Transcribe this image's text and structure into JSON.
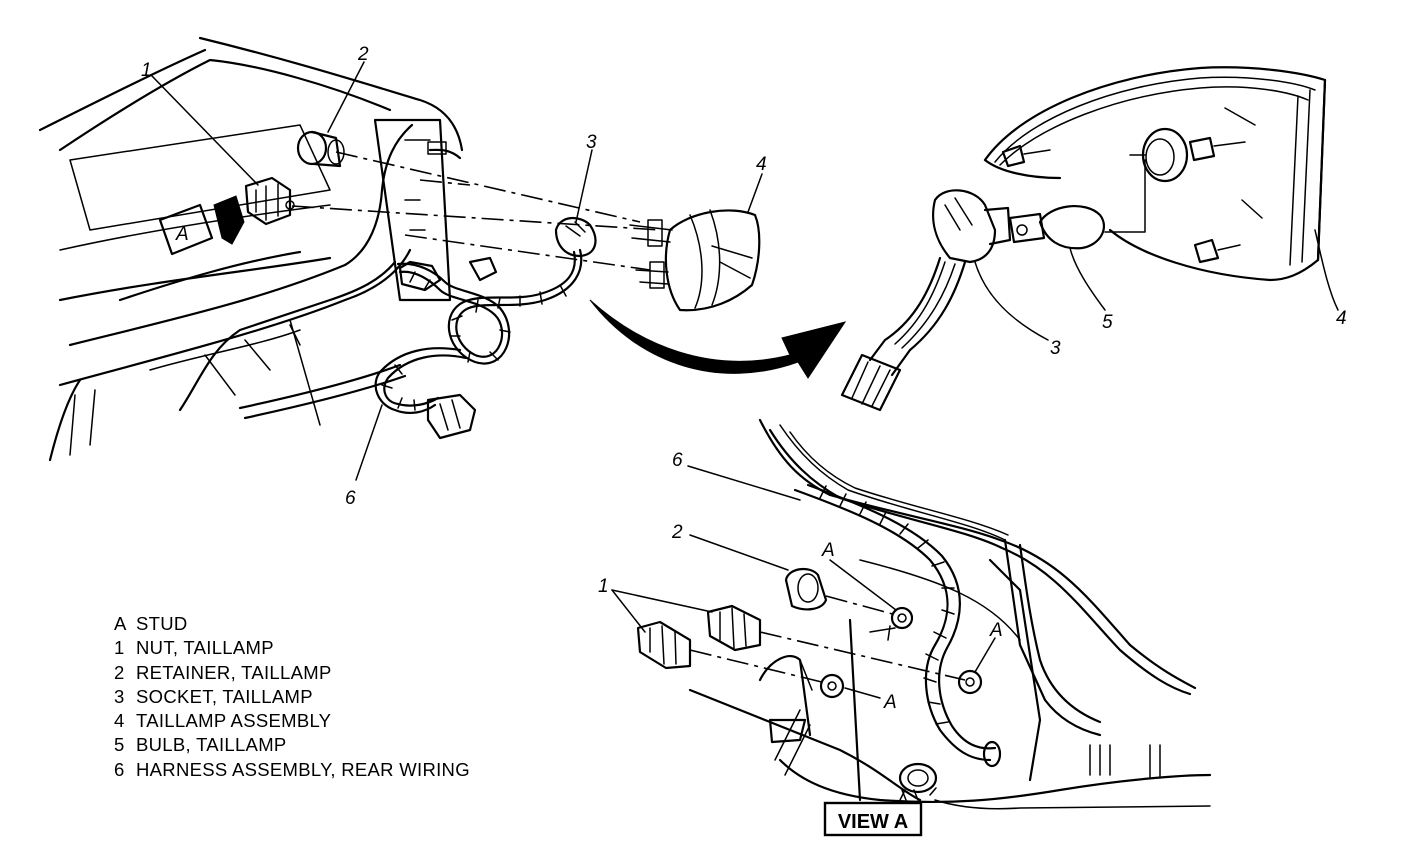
{
  "diagram": {
    "callouts": {
      "main": {
        "c1": "1",
        "c2": "2",
        "c3": "3",
        "c4": "4",
        "c6": "6",
        "a_tag": "A"
      },
      "detail": {
        "c3": "3",
        "c4": "4",
        "c5": "5"
      },
      "view": {
        "c6": "6",
        "c2": "2",
        "c1": "1",
        "a1": "A",
        "a2": "A",
        "a3": "A"
      }
    },
    "view_label": "VIEW A"
  },
  "legend": [
    {
      "key": "A",
      "text": "STUD"
    },
    {
      "key": "1",
      "text": "NUT, TAILLAMP"
    },
    {
      "key": "2",
      "text": "RETAINER, TAILLAMP"
    },
    {
      "key": "3",
      "text": "SOCKET, TAILLAMP"
    },
    {
      "key": "4",
      "text": "TAILLAMP ASSEMBLY"
    },
    {
      "key": "5",
      "text": "BULB, TAILLAMP"
    },
    {
      "key": "6",
      "text": "HARNESS ASSEMBLY, REAR WIRING"
    }
  ]
}
